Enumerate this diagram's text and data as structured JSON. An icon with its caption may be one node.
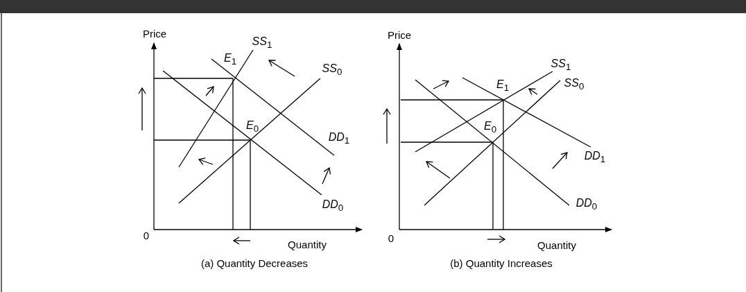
{
  "diagram": {
    "labels": [
      "Price",
      "*SS*$_{1}$",
      "*E*$_{1}$",
      "*SS*$_{0}$",
      "*E*$_{0}$",
      "*DD*$_{1}$",
      "*DD*$_{0}$",
      "0",
      "Quantity",
      "(a) Quantity Decreases",
      "Price",
      "*SS*$_{1}$",
      "*E*$_{1}$",
      "*SS*$_{0}$",
      "*E*$_{0}$",
      "*DD*$_{1}$",
      "*DD*$_{0}$",
      "0",
      "Quantity",
      "(b) Quantity Increases"
    ]
  }
}
